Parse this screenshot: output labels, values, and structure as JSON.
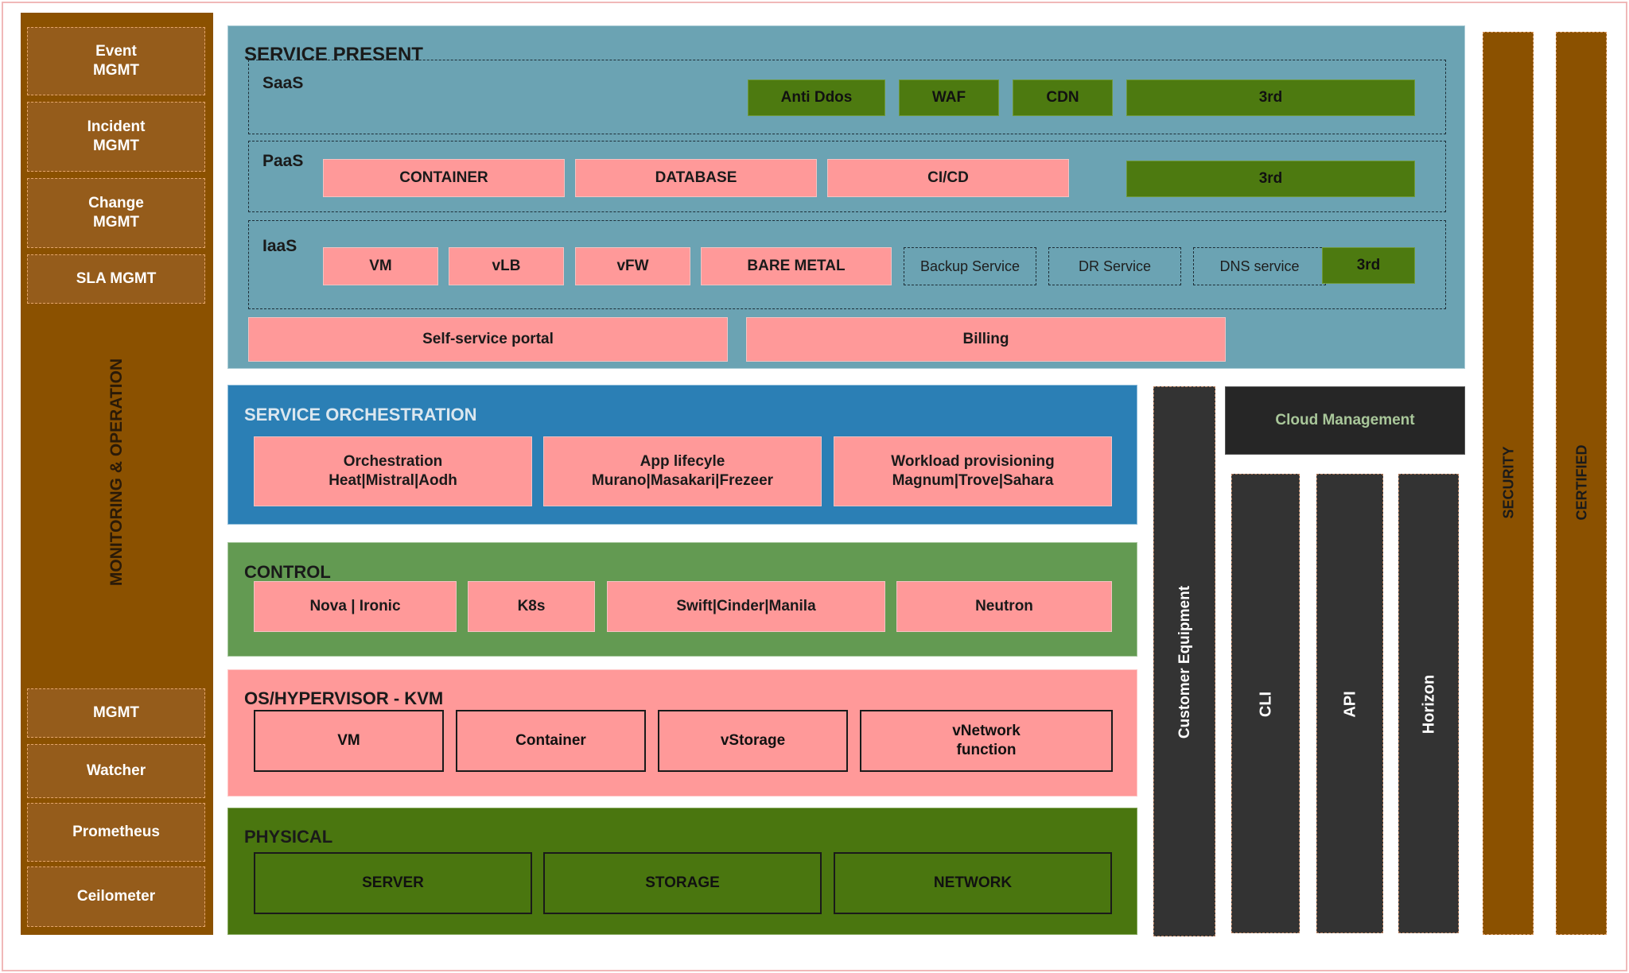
{
  "left_panel": {
    "top_items": [
      "Event\nMGMT",
      "Incident\nMGMT",
      "Change\nMGMT",
      "SLA MGMT"
    ],
    "vertical_label": "MONITORING & OPERATION",
    "bottom_items": [
      "MGMT",
      "Watcher",
      "Prometheus",
      "Ceilometer"
    ]
  },
  "service_present": {
    "title": "SERVICE PRESENT",
    "saas": {
      "label": "SaaS",
      "items": [
        "Anti Ddos",
        "WAF",
        "CDN",
        "3rd"
      ]
    },
    "paas": {
      "label": "PaaS",
      "items": [
        "CONTAINER",
        "DATABASE",
        "CI/CD",
        "3rd"
      ]
    },
    "iaas": {
      "label": "IaaS",
      "items": [
        "VM",
        "vLB",
        "vFW",
        "BARE METAL"
      ],
      "dashed_items": [
        "Backup Service",
        "DR Service",
        "DNS service"
      ],
      "third": "3rd"
    },
    "portal": "Self-service portal",
    "billing": "Billing"
  },
  "service_orchestration": {
    "title": "SERVICE ORCHESTRATION",
    "items": [
      "Orchestration\nHeat|Mistral|Aodh",
      "App lifecyle\nMurano|Masakari|Frezeer",
      "Workload provisioning\nMagnum|Trove|Sahara"
    ]
  },
  "control": {
    "title": "CONTROL",
    "items": [
      "Nova | Ironic",
      "K8s",
      "Swift|Cinder|Manila",
      "Neutron"
    ]
  },
  "os_hypervisor": {
    "title": "OS/HYPERVISOR - KVM",
    "items": [
      "VM",
      "Container",
      "vStorage",
      "vNetwork\nfunction"
    ]
  },
  "physical": {
    "title": "PHYSICAL",
    "items": [
      "SERVER",
      "STORAGE",
      "NETWORK"
    ]
  },
  "right_panel": {
    "customer_equipment": "Customer Equipment",
    "cloud_management": "Cloud Management",
    "cli": "CLI",
    "api": "API",
    "horizon": "Horizon",
    "security": "SECURITY",
    "certified": "CERTIFIED"
  },
  "colors": {
    "brown": "#8b5100",
    "service_present_bg": "#6ba3b3",
    "orchestration_bg": "#2b7fb5",
    "control_bg": "#639a52",
    "hypervisor_bg": "#ff9999",
    "physical_bg": "#4a760f",
    "dark": "#333333"
  }
}
